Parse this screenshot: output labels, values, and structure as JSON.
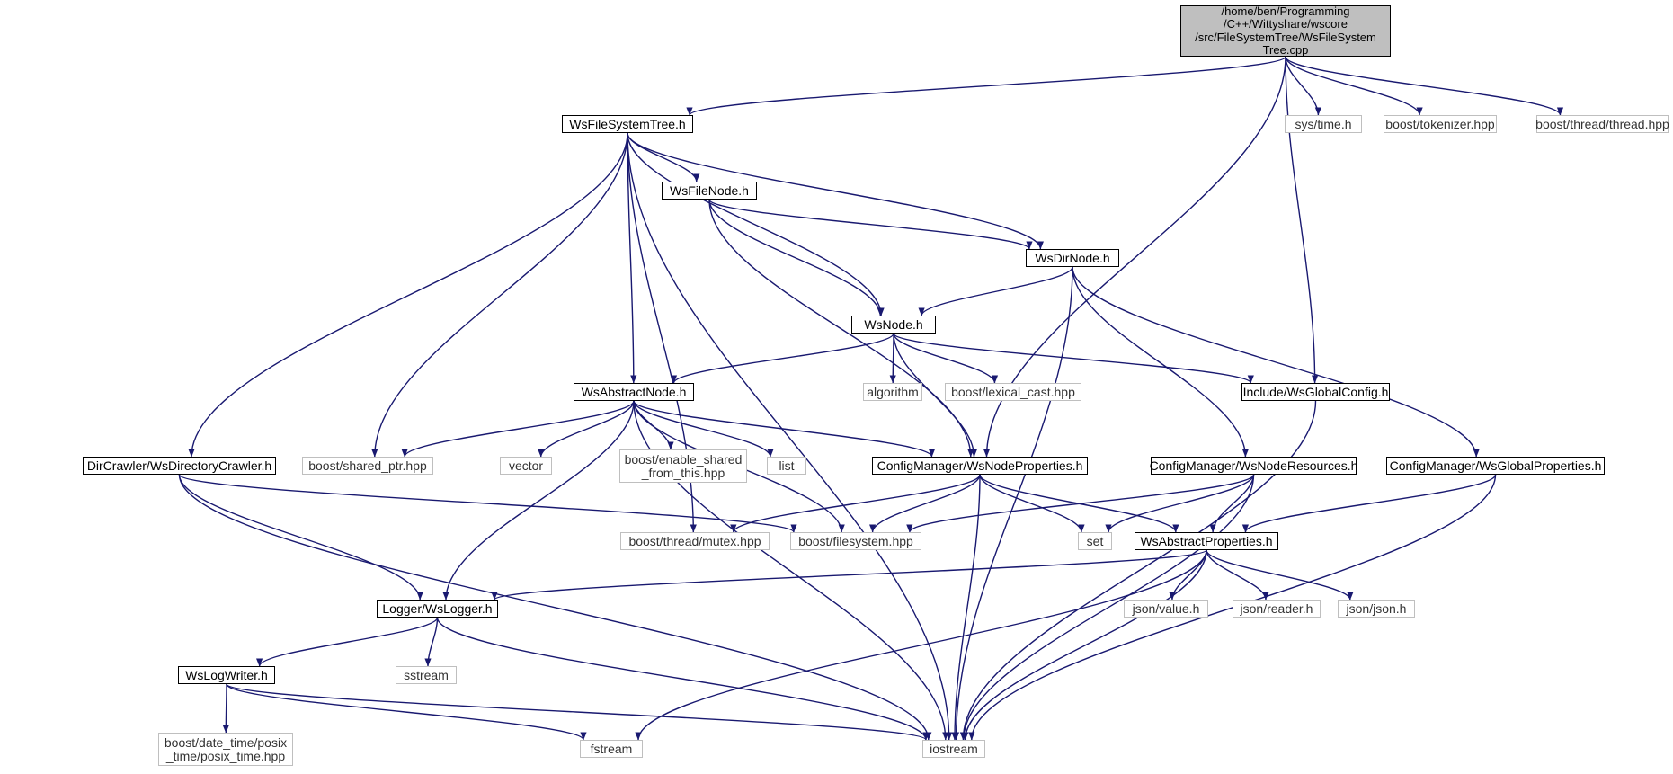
{
  "colors": {
    "edge": "#191970",
    "root_fill": "#bfbfbf",
    "local_border": "#000000",
    "system_border": "#bfbfbf"
  },
  "nodes": [
    {
      "id": "root",
      "label": "/home/ben/Programming\n/C++/Wittyshare/wscore\n/src/FileSystemTree/WsFileSystem\nTree.cpp",
      "kind": "root"
    },
    {
      "id": "wsfilesystemtree_h",
      "label": "WsFileSystemTree.h",
      "kind": "local"
    },
    {
      "id": "systime_h",
      "label": "sys/time.h",
      "kind": "system"
    },
    {
      "id": "tokenizer_hpp",
      "label": "boost/tokenizer.hpp",
      "kind": "system"
    },
    {
      "id": "thread_hpp",
      "label": "boost/thread/thread.hpp",
      "kind": "system"
    },
    {
      "id": "wsfilenode_h",
      "label": "WsFileNode.h",
      "kind": "local"
    },
    {
      "id": "wsdirnode_h",
      "label": "WsDirNode.h",
      "kind": "local"
    },
    {
      "id": "wsnode_h",
      "label": "WsNode.h",
      "kind": "local"
    },
    {
      "id": "wsabstractnode_h",
      "label": "WsAbstractNode.h",
      "kind": "local"
    },
    {
      "id": "algorithm",
      "label": "algorithm",
      "kind": "system"
    },
    {
      "id": "lexical_cast_hpp",
      "label": "boost/lexical_cast.hpp",
      "kind": "system"
    },
    {
      "id": "wsglobalconfig_h",
      "label": "Include/WsGlobalConfig.h",
      "kind": "local"
    },
    {
      "id": "wsdirectorycrawler_h",
      "label": "DirCrawler/WsDirectoryCrawler.h",
      "kind": "local"
    },
    {
      "id": "shared_ptr_hpp",
      "label": "boost/shared_ptr.hpp",
      "kind": "system"
    },
    {
      "id": "vector",
      "label": "vector",
      "kind": "system"
    },
    {
      "id": "enable_shared_hpp",
      "label": "boost/enable_shared\n_from_this.hpp",
      "kind": "system"
    },
    {
      "id": "list",
      "label": "list",
      "kind": "system"
    },
    {
      "id": "wsnodeproperties_h",
      "label": "ConfigManager/WsNodeProperties.h",
      "kind": "local"
    },
    {
      "id": "wsnoderesources_h",
      "label": "ConfigManager/WsNodeResources.h",
      "kind": "local"
    },
    {
      "id": "wsglobalproperties_h",
      "label": "ConfigManager/WsGlobalProperties.h",
      "kind": "local"
    },
    {
      "id": "mutex_hpp",
      "label": "boost/thread/mutex.hpp",
      "kind": "system"
    },
    {
      "id": "filesystem_hpp",
      "label": "boost/filesystem.hpp",
      "kind": "system"
    },
    {
      "id": "set",
      "label": "set",
      "kind": "system"
    },
    {
      "id": "wsabstractproperties_h",
      "label": "WsAbstractProperties.h",
      "kind": "local"
    },
    {
      "id": "wslogger_h",
      "label": "Logger/WsLogger.h",
      "kind": "local"
    },
    {
      "id": "json_value_h",
      "label": "json/value.h",
      "kind": "system"
    },
    {
      "id": "json_reader_h",
      "label": "json/reader.h",
      "kind": "system"
    },
    {
      "id": "json_json_h",
      "label": "json/json.h",
      "kind": "system"
    },
    {
      "id": "sstream",
      "label": "sstream",
      "kind": "system"
    },
    {
      "id": "wslogwriter_h",
      "label": "WsLogWriter.h",
      "kind": "local"
    },
    {
      "id": "posix_time_hpp",
      "label": "boost/date_time/posix\n_time/posix_time.hpp",
      "kind": "system"
    },
    {
      "id": "fstream",
      "label": "fstream",
      "kind": "system"
    },
    {
      "id": "iostream",
      "label": "iostream",
      "kind": "system"
    }
  ],
  "edges": [
    [
      "root",
      "wsfilesystemtree_h"
    ],
    [
      "root",
      "wsnodeproperties_h"
    ],
    [
      "root",
      "wsglobalconfig_h"
    ],
    [
      "root",
      "systime_h"
    ],
    [
      "root",
      "tokenizer_hpp"
    ],
    [
      "root",
      "thread_hpp"
    ],
    [
      "wsfilesystemtree_h",
      "wsfilenode_h"
    ],
    [
      "wsfilesystemtree_h",
      "wsdirnode_h"
    ],
    [
      "wsfilesystemtree_h",
      "wsnode_h"
    ],
    [
      "wsfilesystemtree_h",
      "wsabstractnode_h"
    ],
    [
      "wsfilesystemtree_h",
      "wsdirectorycrawler_h"
    ],
    [
      "wsfilesystemtree_h",
      "shared_ptr_hpp"
    ],
    [
      "wsfilesystemtree_h",
      "mutex_hpp"
    ],
    [
      "wsfilesystemtree_h",
      "iostream"
    ],
    [
      "wsfilenode_h",
      "wsdirnode_h"
    ],
    [
      "wsfilenode_h",
      "wsnode_h"
    ],
    [
      "wsfilenode_h",
      "wsnodeproperties_h"
    ],
    [
      "wsdirnode_h",
      "wsnode_h"
    ],
    [
      "wsdirnode_h",
      "iostream"
    ],
    [
      "wsdirnode_h",
      "wsnoderesources_h"
    ],
    [
      "wsdirnode_h",
      "wsglobalproperties_h"
    ],
    [
      "wsnode_h",
      "wsabstractnode_h"
    ],
    [
      "wsnode_h",
      "algorithm"
    ],
    [
      "wsnode_h",
      "lexical_cast_hpp"
    ],
    [
      "wsnode_h",
      "wsglobalconfig_h"
    ],
    [
      "wsnode_h",
      "wsnodeproperties_h"
    ],
    [
      "wsabstractnode_h",
      "shared_ptr_hpp"
    ],
    [
      "wsabstractnode_h",
      "vector"
    ],
    [
      "wsabstractnode_h",
      "enable_shared_hpp"
    ],
    [
      "wsabstractnode_h",
      "list"
    ],
    [
      "wsabstractnode_h",
      "wsnodeproperties_h"
    ],
    [
      "wsabstractnode_h",
      "filesystem_hpp"
    ],
    [
      "wsabstractnode_h",
      "wslogger_h"
    ],
    [
      "wsabstractnode_h",
      "iostream"
    ],
    [
      "wsglobalconfig_h",
      "iostream"
    ],
    [
      "wsdirectorycrawler_h",
      "filesystem_hpp"
    ],
    [
      "wsdirectorycrawler_h",
      "wslogger_h"
    ],
    [
      "wsdirectorycrawler_h",
      "iostream"
    ],
    [
      "wsnodeproperties_h",
      "mutex_hpp"
    ],
    [
      "wsnodeproperties_h",
      "filesystem_hpp"
    ],
    [
      "wsnodeproperties_h",
      "set"
    ],
    [
      "wsnodeproperties_h",
      "wsabstractproperties_h"
    ],
    [
      "wsnodeproperties_h",
      "iostream"
    ],
    [
      "wsnoderesources_h",
      "filesystem_hpp"
    ],
    [
      "wsnoderesources_h",
      "set"
    ],
    [
      "wsnoderesources_h",
      "wsabstractproperties_h"
    ],
    [
      "wsnoderesources_h",
      "iostream"
    ],
    [
      "wsglobalproperties_h",
      "wsabstractproperties_h"
    ],
    [
      "wsglobalproperties_h",
      "iostream"
    ],
    [
      "wsabstractproperties_h",
      "wslogger_h"
    ],
    [
      "wsabstractproperties_h",
      "json_value_h"
    ],
    [
      "wsabstractproperties_h",
      "json_reader_h"
    ],
    [
      "wsabstractproperties_h",
      "json_json_h"
    ],
    [
      "wsabstractproperties_h",
      "fstream"
    ],
    [
      "wsabstractproperties_h",
      "iostream"
    ],
    [
      "wslogger_h",
      "sstream"
    ],
    [
      "wslogger_h",
      "wslogwriter_h"
    ],
    [
      "wslogger_h",
      "iostream"
    ],
    [
      "wslogwriter_h",
      "posix_time_hpp"
    ],
    [
      "wslogwriter_h",
      "fstream"
    ],
    [
      "wslogwriter_h",
      "iostream"
    ]
  ]
}
